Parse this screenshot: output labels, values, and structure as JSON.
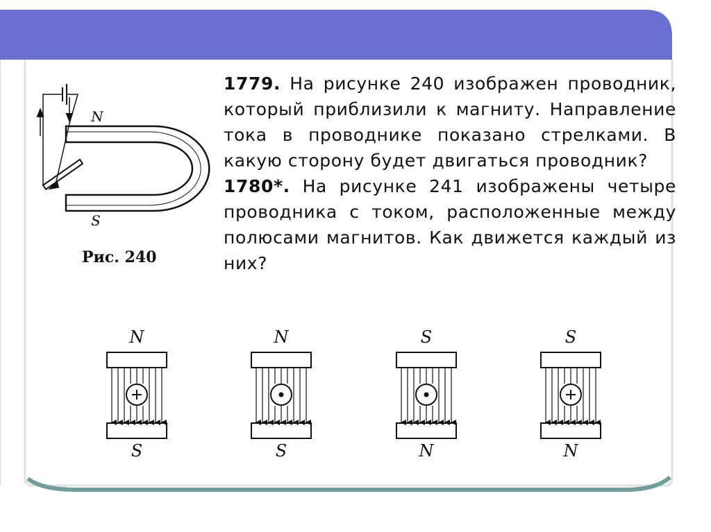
{
  "problem_1779": {
    "number": "1779.",
    "text": "На рисунке 240 изображен проводник, который приблизили к магниту. Направление тока в проводнике показано стрелками. В какую сторону будет двигаться проводник?"
  },
  "problem_1780": {
    "number": "1780*.",
    "text": "На рисунке 241 изображены четыре проводника с током, расположенные между полюсами магнитов. Как движется каждый из них?"
  },
  "figure_240": {
    "caption": "Рис. 240",
    "top_pole": "N",
    "bottom_pole": "S"
  },
  "figure_241": {
    "magnets": [
      {
        "top_pole": "N",
        "bottom_pole": "S",
        "current": "into-page"
      },
      {
        "top_pole": "N",
        "bottom_pole": "S",
        "current": "out-of-page"
      },
      {
        "top_pole": "S",
        "bottom_pole": "N",
        "current": "out-of-page"
      },
      {
        "top_pole": "S",
        "bottom_pole": "N",
        "current": "into-page"
      }
    ]
  },
  "colors": {
    "header_band": "#6a6fcf",
    "frame_border": "#dcdcdc",
    "bottom_accent": "#6f9f9a"
  }
}
